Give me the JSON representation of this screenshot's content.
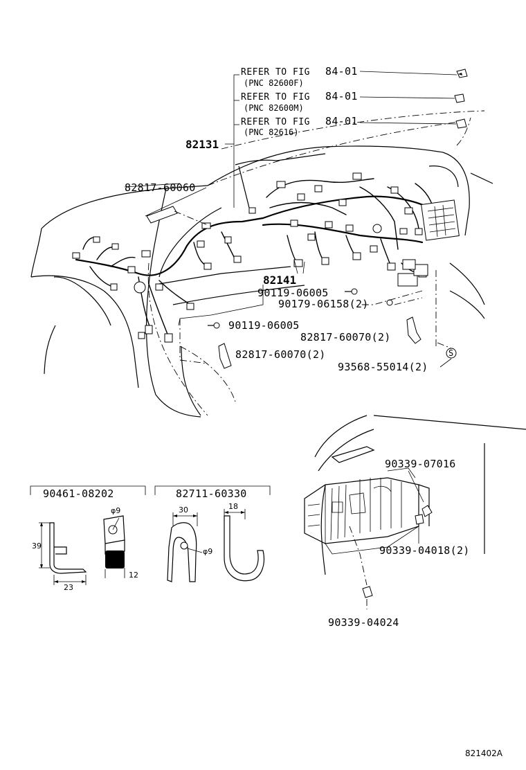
{
  "refer_labels": [
    {
      "line1": "REFER TO FIG",
      "fig": "84-01",
      "line2": "(PNC 82600F)"
    },
    {
      "line1": "REFER TO FIG",
      "fig": "84-01",
      "line2": "(PNC 82600M)"
    },
    {
      "line1": "REFER TO FIG",
      "fig": "84-01",
      "line2": "(PNC 82616)"
    }
  ],
  "parts": {
    "p82131": "82131",
    "p82817_60060": "82817-60060",
    "p82141": "82141",
    "p90119_06005_a": "90119-06005",
    "p90179_06158": "90179-06158(2)",
    "p90119_06005_b": "90119-06005",
    "p82817_60070_a": "82817-60070(2)",
    "p82817_60070_b": "82817-60070(2)",
    "p93568_55014": "93568-55014(2)",
    "p90339_07016": "90339-07016",
    "p90339_04018": "90339-04018(2)",
    "p90339_04024": "90339-04024"
  },
  "detail_a": {
    "title": "90461-08202",
    "dims": {
      "height": "39",
      "width": "23",
      "hole": "φ9",
      "thickness": "12"
    }
  },
  "detail_b": {
    "title": "82711-60330",
    "dims": {
      "width": "30",
      "depth": "18",
      "hole": "φ9"
    }
  },
  "footer_code": "821402A",
  "symbol_s": "S"
}
